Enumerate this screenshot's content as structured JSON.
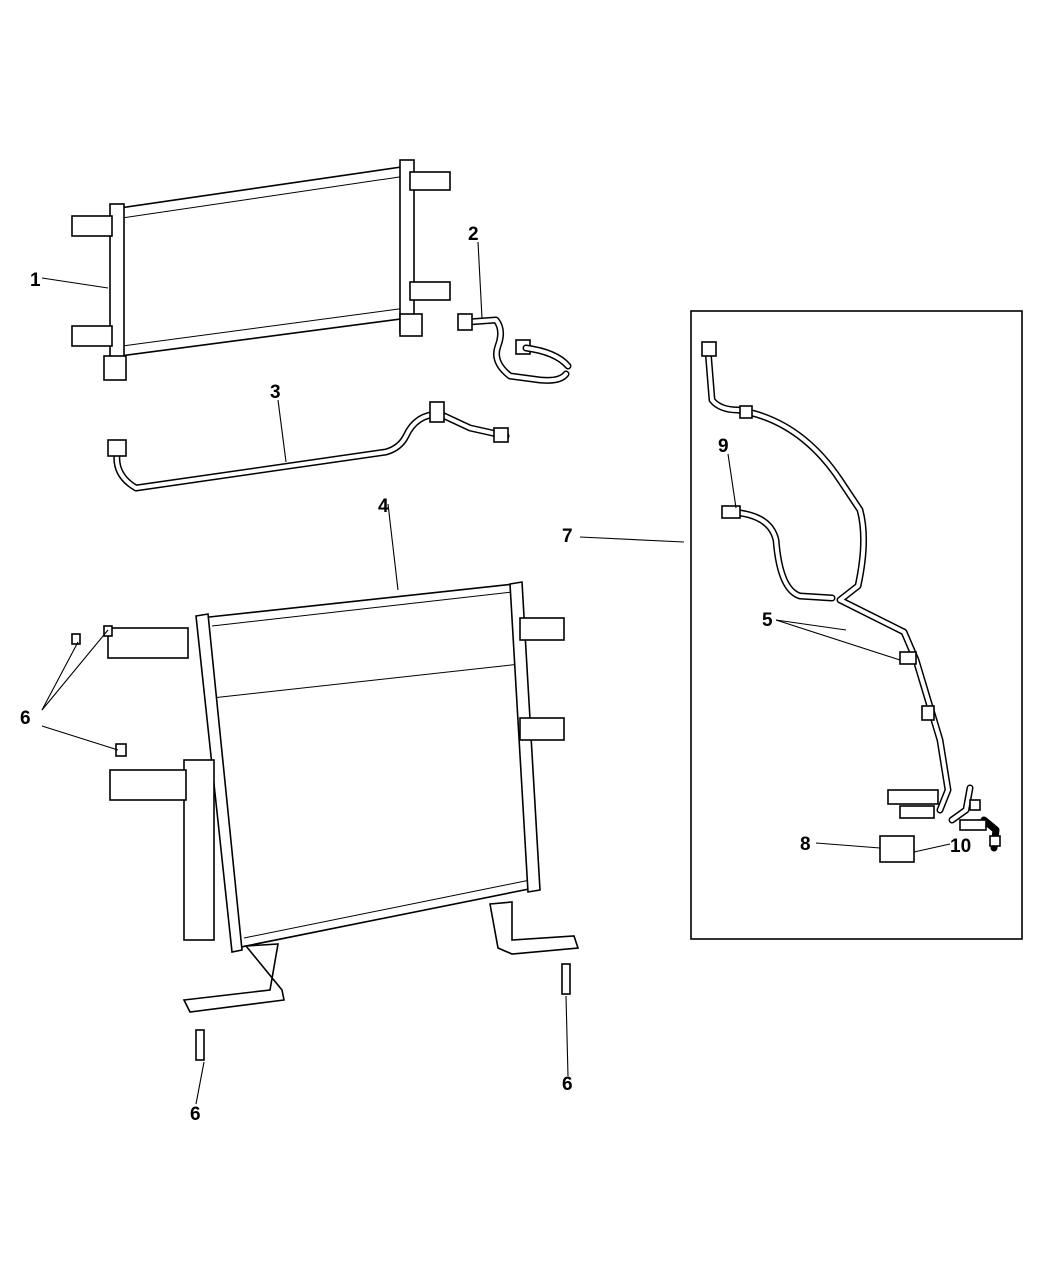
{
  "callouts": {
    "c1": "1",
    "c2": "2",
    "c3": "3",
    "c4": "4",
    "c5": "5",
    "c6a": "6",
    "c6b": "6",
    "c6c": "6",
    "c7": "7",
    "c8": "8",
    "c9": "9",
    "c10": "10"
  }
}
